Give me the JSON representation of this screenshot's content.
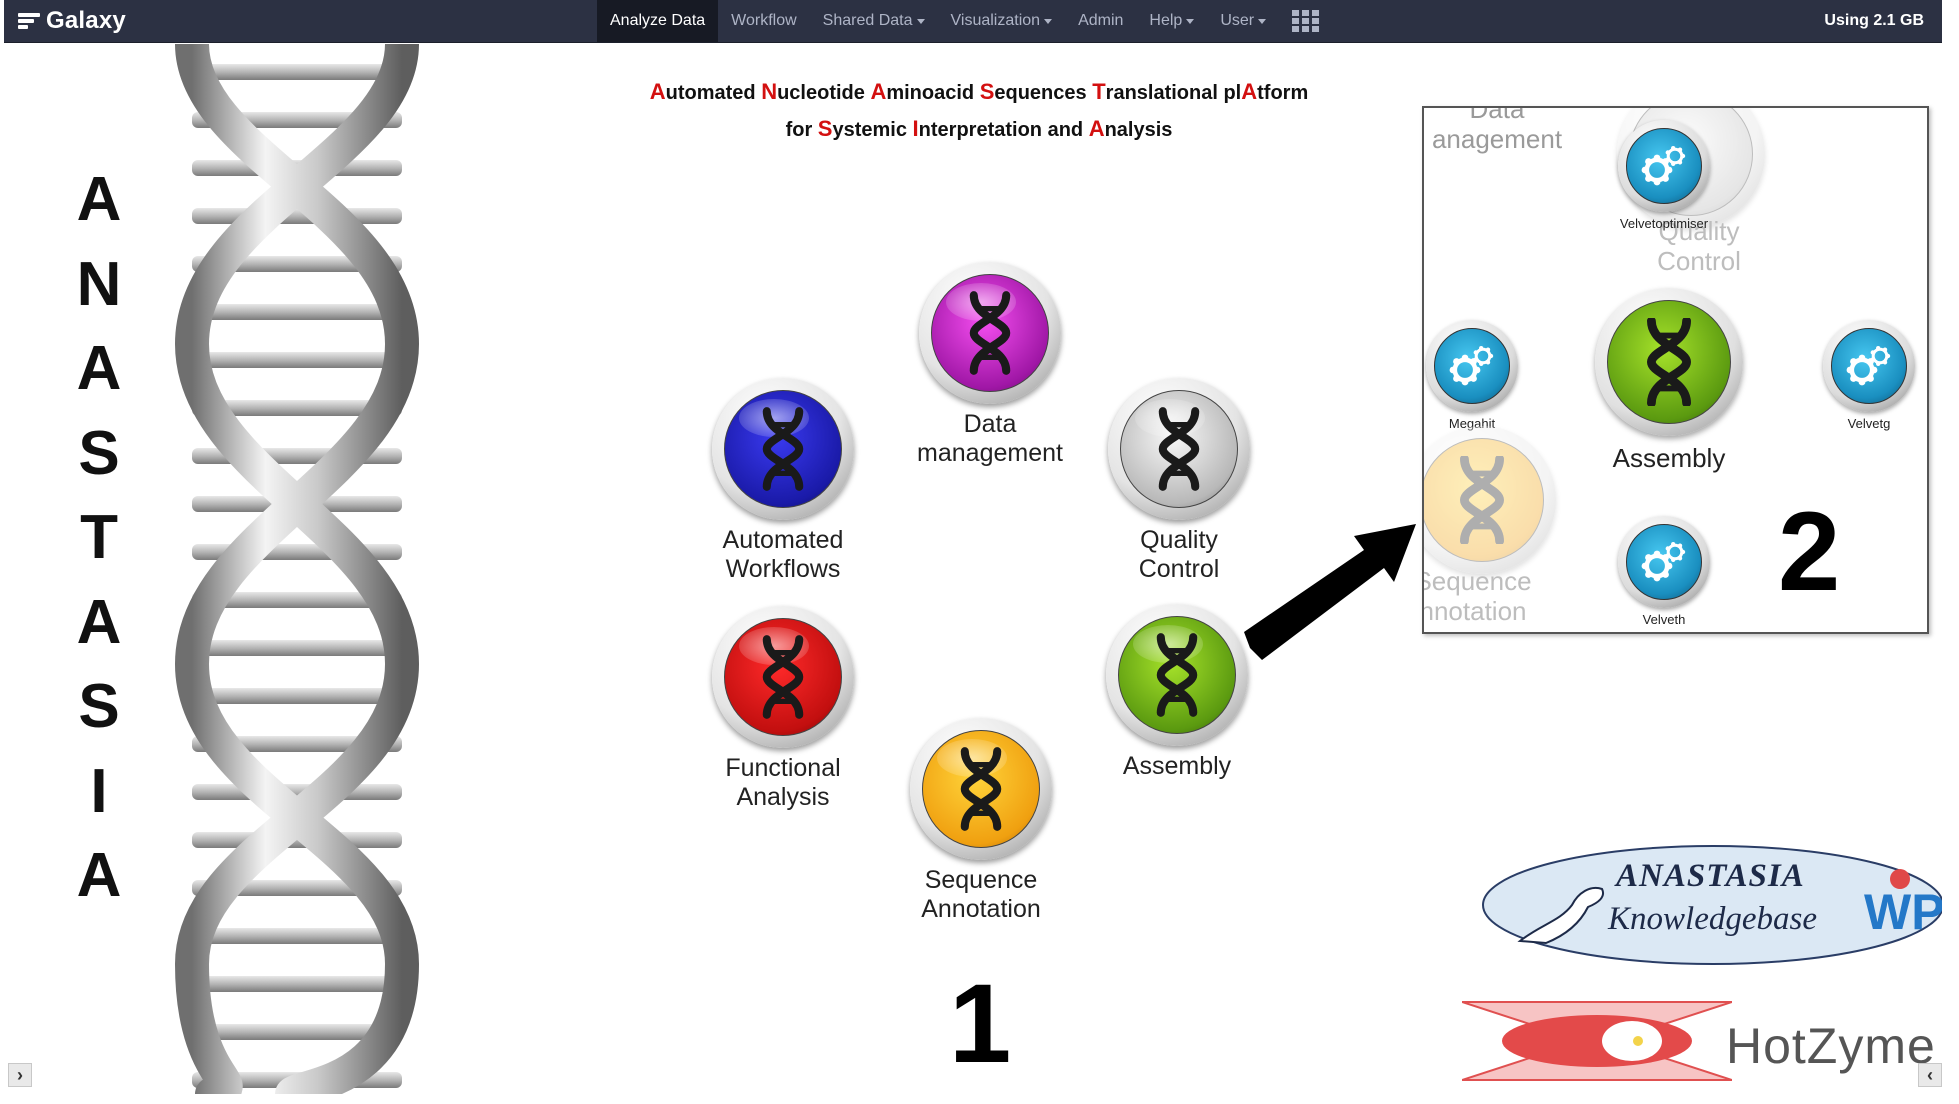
{
  "navbar": {
    "brand": "Galaxy",
    "tabs": [
      {
        "label": "Analyze Data",
        "active": true,
        "dropdown": false
      },
      {
        "label": "Workflow",
        "active": false,
        "dropdown": false
      },
      {
        "label": "Shared Data",
        "active": false,
        "dropdown": true
      },
      {
        "label": "Visualization",
        "active": false,
        "dropdown": true
      },
      {
        "label": "Admin",
        "active": false,
        "dropdown": false
      },
      {
        "label": "Help",
        "active": false,
        "dropdown": true
      },
      {
        "label": "User",
        "active": false,
        "dropdown": true
      }
    ],
    "apps_icon": "grid-icon",
    "quota": "Using 2.1 GB"
  },
  "sidebar_title_letters": [
    "A",
    "N",
    "A",
    "S",
    "T",
    "A",
    "S",
    "I",
    "A"
  ],
  "headline": {
    "line1": [
      {
        "r": "A",
        "t": "utomated "
      },
      {
        "r": "N",
        "t": "ucleotide "
      },
      {
        "r": "A",
        "t": "minoacid "
      },
      {
        "r": "S",
        "t": "equences "
      },
      {
        "r": "T",
        "t": "ranslational pl"
      },
      {
        "r": "A",
        "t": "tform"
      }
    ],
    "line2": [
      {
        "r": "",
        "t": "for "
      },
      {
        "r": "S",
        "t": "ystemic "
      },
      {
        "r": "I",
        "t": "nterpretation and "
      },
      {
        "r": "A",
        "t": "nalysis"
      }
    ]
  },
  "categories": [
    {
      "key": "data-management",
      "lines": [
        "Data",
        "management"
      ],
      "color": "#a017a6"
    },
    {
      "key": "automated-workflows",
      "lines": [
        "Automated",
        "Workflows"
      ],
      "color": "#1a1aa8"
    },
    {
      "key": "quality-control",
      "lines": [
        "Quality",
        "Control"
      ],
      "color": "#b8b8b8"
    },
    {
      "key": "functional-analysis",
      "lines": [
        "Functional",
        "Analysis"
      ],
      "color": "#c20f0f"
    },
    {
      "key": "assembly",
      "lines": [
        "Assembly"
      ],
      "color": "#5b9a10"
    },
    {
      "key": "sequence-annotation",
      "lines": [
        "Sequence",
        "Annotation"
      ],
      "color": "#f0a010"
    }
  ],
  "figure_labels": {
    "panel1": "1",
    "panel2": "2"
  },
  "inset": {
    "ghost_top": [
      "Data",
      "anagement"
    ],
    "ghost_qc": [
      "Quality",
      "Control"
    ],
    "ghost_seq": [
      "Sequence",
      "nnotation"
    ],
    "assembly": "Assembly",
    "tools": [
      "Velvetoptimiser",
      "Megahit",
      "Velvetg",
      "Velveth"
    ]
  },
  "logos": {
    "kb_line1": "ANASTASIA",
    "kb_line2": "Knowledgebase",
    "kb_badge": "WP",
    "hotzyme": "HotZyme"
  }
}
